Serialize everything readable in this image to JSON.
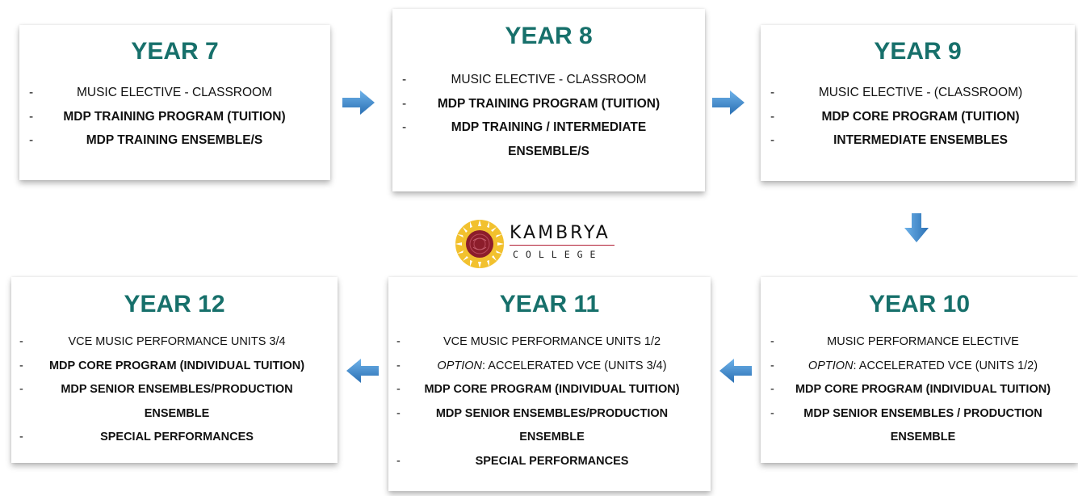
{
  "logo": {
    "name": "KAMBRYA",
    "sub": "COLLEGE"
  },
  "colors": {
    "title": "#17706b",
    "arrow": "#2f7fc4",
    "logo_ring": "#f2c12e",
    "logo_inner": "#8c1d2b"
  },
  "cards": {
    "year7": {
      "title": "YEAR 7",
      "items": [
        "MUSIC ELECTIVE - CLASSROOM",
        "MDP TRAINING PROGRAM (TUITION)",
        "MDP TRAINING ENSEMBLE/S"
      ]
    },
    "year8": {
      "title": "YEAR 8",
      "items": [
        "MUSIC ELECTIVE - CLASSROOM",
        "MDP TRAINING PROGRAM (TUITION)",
        "MDP TRAINING / INTERMEDIATE ENSEMBLE/S"
      ]
    },
    "year9": {
      "title": "YEAR 9",
      "items": [
        "MUSIC ELECTIVE - (CLASSROOM)",
        "MDP CORE PROGRAM (TUITION)",
        "INTERMEDIATE ENSEMBLES"
      ]
    },
    "year10": {
      "title": "YEAR 10",
      "items": [
        "MUSIC PERFORMANCE ELECTIVE",
        "OPTION",
        ": ACCELERATED VCE (UNITS 1/2)",
        "MDP CORE PROGRAM (INDIVIDUAL TUITION)",
        "MDP SENIOR ENSEMBLES / PRODUCTION ENSEMBLE"
      ]
    },
    "year11": {
      "title": "YEAR 11",
      "items": [
        "VCE MUSIC PERFORMANCE UNITS 1/2",
        "OPTION",
        ": ACCELERATED VCE (UNITS 3/4)",
        "MDP CORE PROGRAM (INDIVIDUAL TUITION)",
        "MDP SENIOR ENSEMBLES/PRODUCTION ENSEMBLE",
        "SPECIAL PERFORMANCES"
      ]
    },
    "year12": {
      "title": "YEAR 12",
      "items": [
        "VCE MUSIC PERFORMANCE UNITS 3/4",
        "MDP CORE PROGRAM (INDIVIDUAL TUITION)",
        "MDP SENIOR ENSEMBLES/PRODUCTION ENSEMBLE",
        "SPECIAL PERFORMANCES"
      ]
    }
  }
}
